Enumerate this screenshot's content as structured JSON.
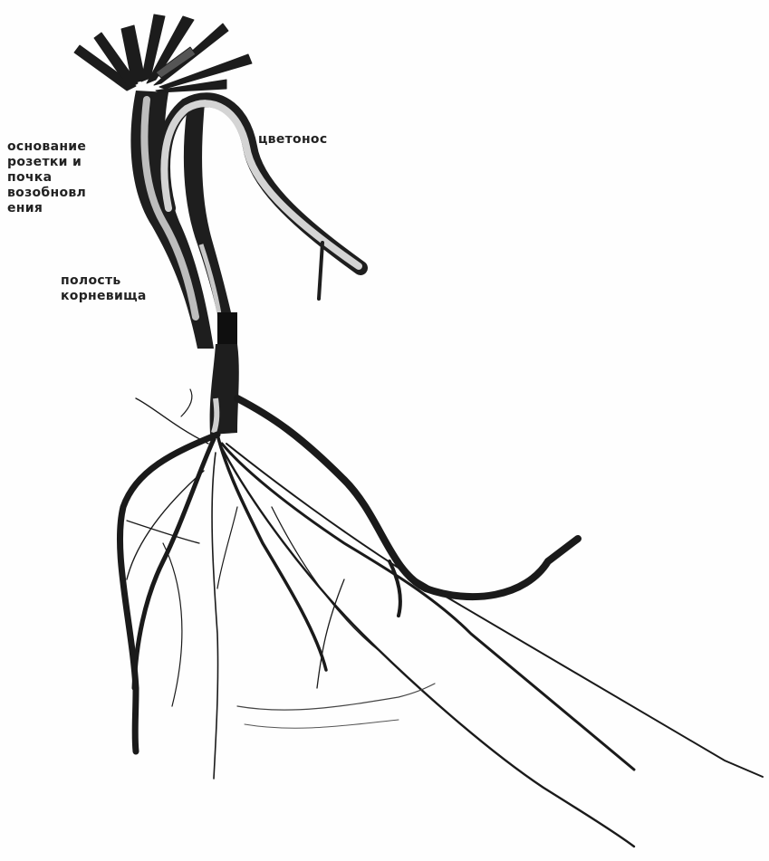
{
  "labels": {
    "rosette_base": [
      "основание",
      "розетки и",
      "почка",
      "возобновл",
      "ения"
    ],
    "rhizome_cavity": [
      "полость",
      "корневища"
    ],
    "peduncle": "цветонос"
  },
  "colors": {
    "background": "#fefefe",
    "plant_dark": "#1a1a1a",
    "plant_light": "#bdbdbd",
    "text": "#222222"
  }
}
